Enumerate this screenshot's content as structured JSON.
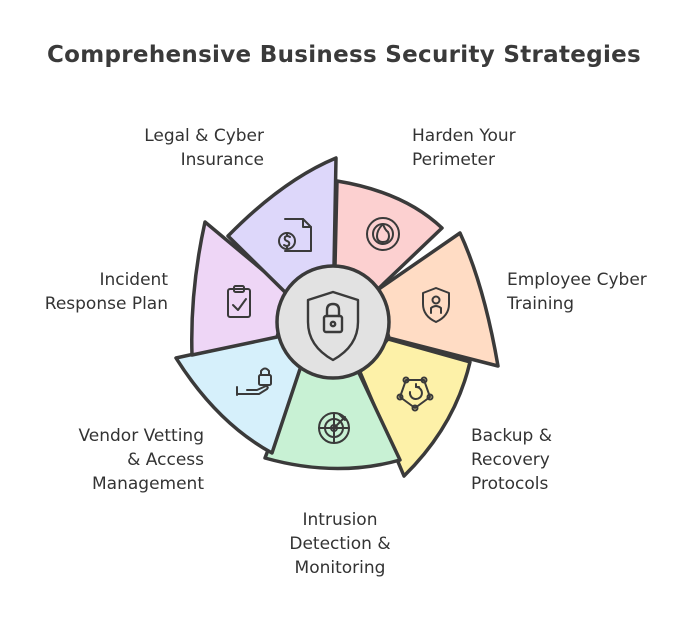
{
  "title": "Comprehensive Business Security Strategies",
  "center": {
    "icon": "shield-lock-icon"
  },
  "segments": [
    {
      "id": "harden-perimeter",
      "lines": [
        "Harden Your",
        "Perimeter"
      ],
      "icon": "fire-target-icon",
      "color": "#fcd0d0"
    },
    {
      "id": "employee-training",
      "lines": [
        "Employee Cyber",
        "Training"
      ],
      "icon": "person-shield-icon",
      "color": "#ffdcc4"
    },
    {
      "id": "backup-recovery",
      "lines": [
        "Backup &",
        "Recovery",
        "Protocols"
      ],
      "icon": "network-cycle-icon",
      "color": "#fdf1a8"
    },
    {
      "id": "intrusion-detection",
      "lines": [
        "Intrusion",
        "Detection &",
        "Monitoring"
      ],
      "icon": "radar-icon",
      "color": "#c8f1d4"
    },
    {
      "id": "vendor-vetting",
      "lines": [
        "Vendor Vetting",
        "& Access",
        "Management"
      ],
      "icon": "lock-hand-icon",
      "color": "#d6f0fb"
    },
    {
      "id": "incident-response",
      "lines": [
        "Incident",
        "Response Plan"
      ],
      "icon": "clipboard-check-icon",
      "color": "#eed6f6"
    },
    {
      "id": "legal-insurance",
      "lines": [
        "Legal & Cyber",
        "Insurance"
      ],
      "icon": "money-document-icon",
      "color": "#ddd7fa"
    }
  ]
}
